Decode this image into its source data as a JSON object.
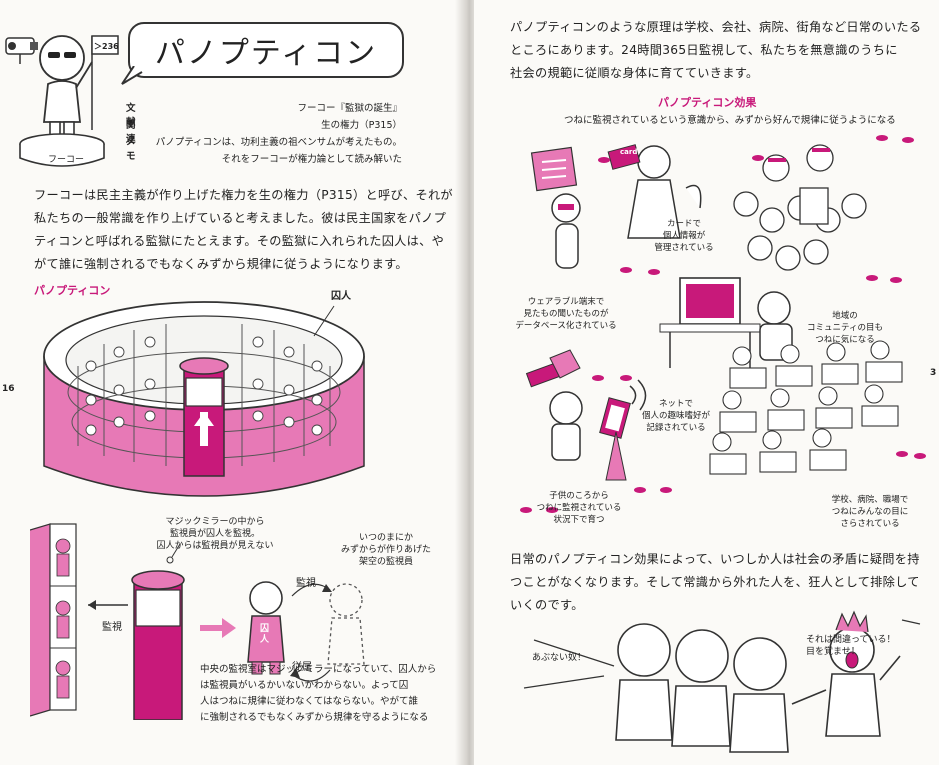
{
  "left_page": {
    "flag_label": "＞236",
    "pedestal_label": "フーコー",
    "title": "パノプティコン",
    "meta": [
      {
        "key": "文　献",
        "value": "フーコー『監獄の誕生』"
      },
      {
        "key": "関　連",
        "value": "生の権力（P315）"
      },
      {
        "key": "メ　モ",
        "value": "パノプティコンは、功利主義の祖ベンサムが考えたもの。"
      },
      {
        "key": "",
        "value": "それをフーコーが権力論として読み解いた"
      }
    ],
    "body_lines": [
      "フーコーは民主主義が作り上げた権力を生の権力（P315）と呼び、それが",
      "私たちの一般常識を作り上げていると考えました。彼は民主国家をパノプ",
      "ティコンと呼ばれる監獄にたとえます。その監獄に入れられた囚人は、や",
      "がて誰に強制されるでもなくみずから規律に従うようになります。"
    ],
    "section_label": "パノプティコン",
    "prisoner_label": "囚人",
    "page_number": "16",
    "mirror_caption": [
      "マジックミラーの中から",
      "監視員が囚人を監視。",
      "囚人からは監視員が見えない"
    ],
    "imaginary_caption": [
      "いつのまにか",
      "みずからが作りあげた",
      "架空の監視員"
    ],
    "watch_label": "監視",
    "watch_label_2": "監視",
    "obey_label": "従属",
    "prisoner_badge": "囚人",
    "bottom_caption": [
      "中央の監視室はマジックミラーになっていて、囚人から",
      "は監視員がいるかいないかわからない。よって囚",
      "人はつねに規律に従わなくてはならない。やがて誰",
      "に強制されるでもなくみずから規律を守るようになる"
    ]
  },
  "right_page": {
    "intro_lines": [
      "パノプティコンのような原理は学校、会社、病院、街角など日常のいたる",
      "ところにあります。24時間365日監視して、私たちを無意識のうちに",
      "社会の規範に従順な身体に育てていきます。"
    ],
    "effect_title": "パノプティコン効果",
    "effect_subtitle": "つねに監視されているという意識から、みずから好んで規律に従うようになる",
    "card_label": "card",
    "captions": {
      "card": [
        "カードで",
        "個人情報が",
        "管理されている"
      ],
      "wearable": [
        "ウェアラブル端末で",
        "見たもの聞いたものが",
        "データベース化されている"
      ],
      "community": [
        "地域の",
        "コミュニティの目も",
        "つねに気になる"
      ],
      "net": [
        "ネットで",
        "個人の趣味嗜好が",
        "記録されている"
      ],
      "child": [
        "子供のころから",
        "つねに監視されている",
        "状況下で育つ"
      ],
      "school": [
        "学校、病院、職場で",
        "つねにみんなの目に",
        "さらされている"
      ]
    },
    "closing_lines": [
      "日常のパノプティコン効果によって、いつしか人は社会の矛盾に疑問を持",
      "つことがなくなります。そして常識から外れた人を、狂人として排除して",
      "いくのです。"
    ],
    "speech_left": "あぶない奴！",
    "speech_right": [
      "それは間違っている！",
      "目を覚ませ！"
    ],
    "page_number": "3"
  }
}
